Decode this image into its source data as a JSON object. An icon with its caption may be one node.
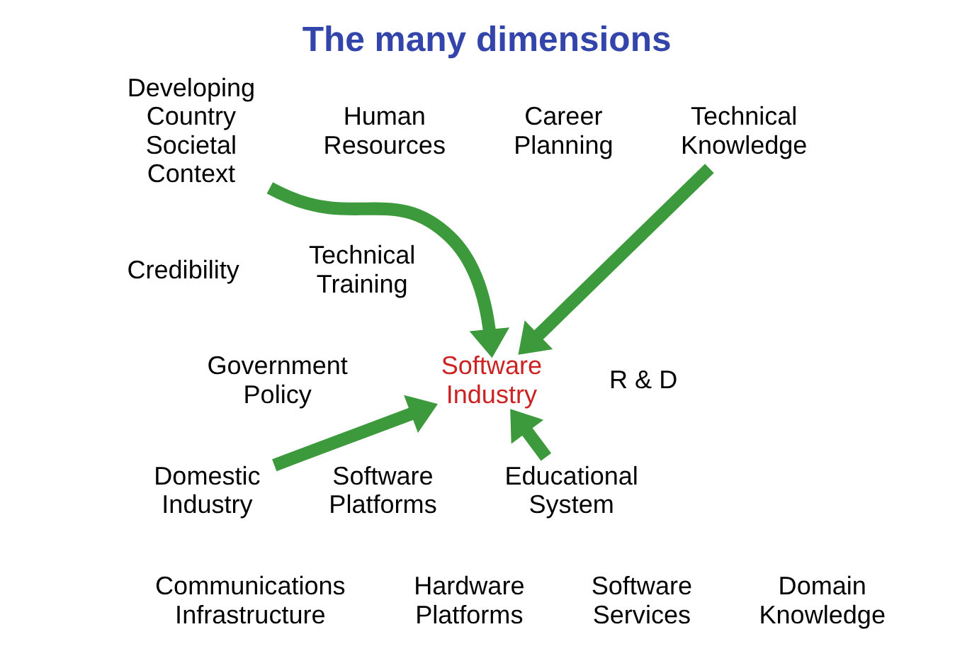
{
  "diagram": {
    "title": "The many dimensions",
    "nodes": [
      {
        "text": [
          "Developing Country Societal Context"
        ]
      },
      {
        "text": [
          "Technical Knowledge"
        ]
      },
      {
        "text": [
          "Software Industry"
        ]
      },
      {
        "text": [
          "Educational System"
        ]
      },
      {
        "text": [
          "Domestic Industry"
        ]
      }
    ],
    "edges": [
      {
        "from": 0,
        "to": 2,
        "arrow": "to"
      },
      {
        "from": 1,
        "to": 2,
        "arrow": "to"
      },
      {
        "from": 3,
        "to": 2,
        "arrow": "to"
      },
      {
        "from": 4,
        "to": 2,
        "arrow": "to"
      }
    ],
    "labels": [
      "Human Resources",
      "Career Planning",
      "Technical Training",
      "Credibility",
      "Government Policy",
      "R & D",
      "Software Platforms",
      "Communications Infrastructure",
      "Hardware Platforms",
      "Software Services",
      "Domain Knowledge"
    ]
  }
}
